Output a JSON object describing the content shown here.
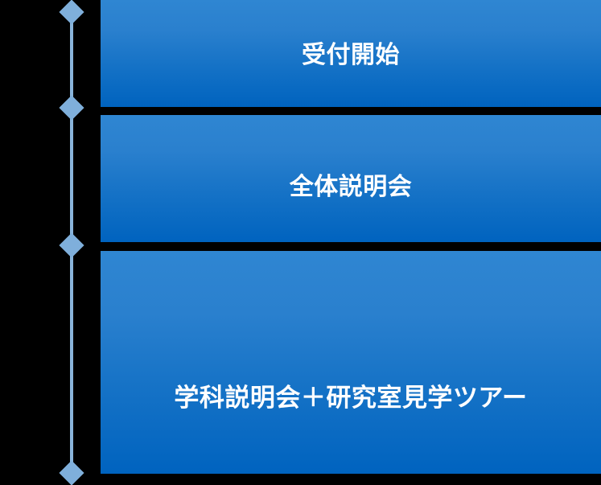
{
  "diagram": {
    "type": "vertical-timeline",
    "background_color": "#000000",
    "axis": {
      "line_color": "#8ab4db",
      "marker_color": "#7fafdb",
      "marker_shape": "diamond",
      "marker_count": 4
    },
    "bar_style": {
      "gradient_top_color": "#2f86d2",
      "gradient_bottom_color": "#0063bf",
      "text_color": "#ffffff"
    },
    "events": [
      {
        "id": "reception-start",
        "label": "受付開始"
      },
      {
        "id": "general-briefing",
        "label": "全体説明会"
      },
      {
        "id": "department-briefing-lab-tour",
        "label": "学科説明会＋研究室見学ツアー"
      }
    ]
  }
}
